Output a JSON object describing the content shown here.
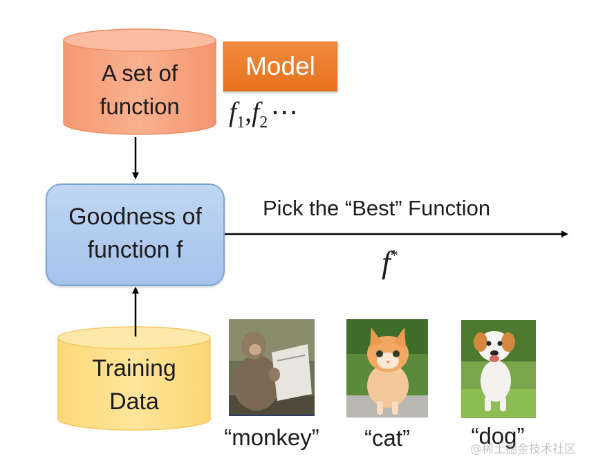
{
  "nodes": {
    "function_set": {
      "lines": [
        "A set of",
        "function"
      ],
      "color": "#f7a27c"
    },
    "model_badge": {
      "label": "Model",
      "color": "#ec7a2a"
    },
    "goodness": {
      "lines": [
        "Goodness of",
        "function f"
      ],
      "color": "#b3cdee"
    },
    "training_data": {
      "lines": [
        "Training",
        "Data"
      ],
      "color": "#fde08a"
    }
  },
  "math": {
    "function_list": {
      "f": "f",
      "sub1": "1",
      "comma": ",",
      "sub2": "2",
      "ellipsis": "⋯"
    },
    "best_function": {
      "f": "f",
      "sup": "*"
    }
  },
  "edges": {
    "pick_label": "Pick the “Best” Function"
  },
  "examples": [
    {
      "label": "“monkey”",
      "subject": "monkey-photo"
    },
    {
      "label": "“cat”",
      "subject": "cat-photo"
    },
    {
      "label": "“dog”",
      "subject": "dog-photo"
    }
  ],
  "watermark": "@稀土掘金技术社区"
}
